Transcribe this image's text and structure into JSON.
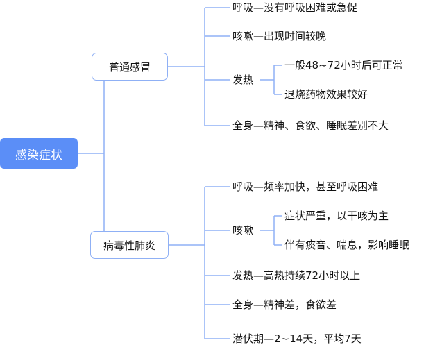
{
  "colors": {
    "root_fill": "#5b8ef7",
    "line": "#8fb0f5",
    "text": "#111111"
  },
  "root": {
    "label": "感染症状"
  },
  "categories": [
    {
      "label": "普通感冒",
      "items": [
        {
          "label": "呼吸—没有呼吸困难或急促"
        },
        {
          "label": "咳嗽—出现时间较晚"
        },
        {
          "label": "发热",
          "children": [
            {
              "label": "一般48~72小时后可正常"
            },
            {
              "label": "退烧药物效果较好"
            }
          ]
        },
        {
          "label": "全身—精神、食欲、睡眠差别不大"
        }
      ]
    },
    {
      "label": "病毒性肺炎",
      "items": [
        {
          "label": "呼吸—频率加快，甚至呼吸困难"
        },
        {
          "label": "咳嗽",
          "children": [
            {
              "label": "症状严重，以干咳为主"
            },
            {
              "label": "伴有痰音、喘息，影响睡眠"
            }
          ]
        },
        {
          "label": "发热—高热持续72小时以上"
        },
        {
          "label": "全身—精神差，食欲差"
        },
        {
          "label": "潜伏期—2~14天，平均7天"
        }
      ]
    }
  ]
}
